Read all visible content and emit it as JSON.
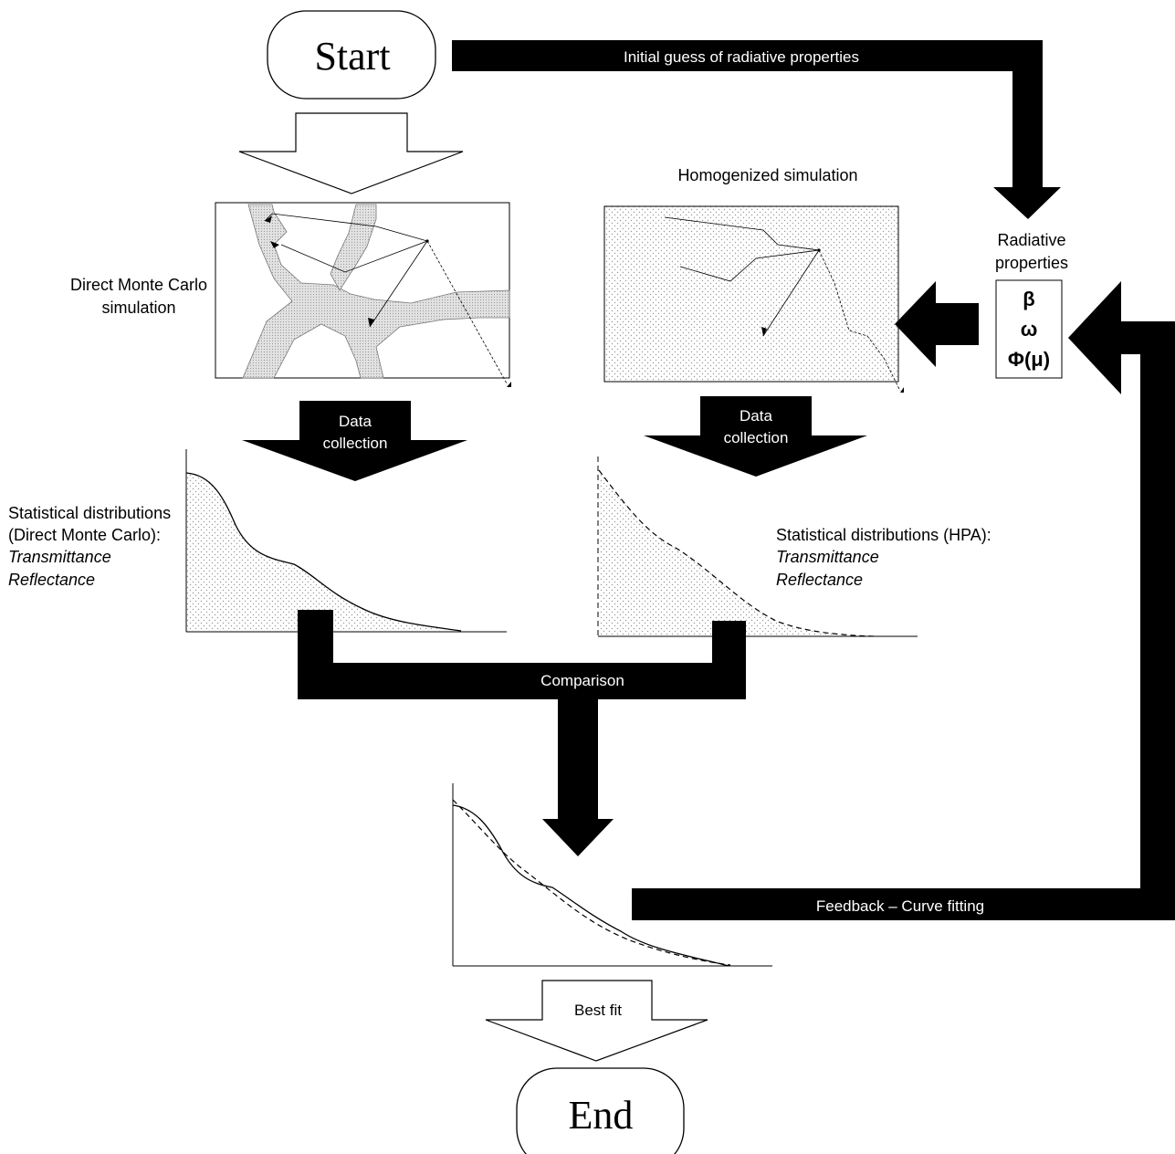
{
  "terminals": {
    "start": "Start",
    "end": "End"
  },
  "arrows": {
    "initial_guess": "Initial guess of radiative properties",
    "data_collection_left_1": "Data",
    "data_collection_left_2": "collection",
    "data_collection_right_1": "Data",
    "data_collection_right_2": "collection",
    "comparison": "Comparison",
    "feedback": "Feedback – Curve fitting",
    "best_fit": "Best fit"
  },
  "labels": {
    "direct_mc_1": "Direct Monte Carlo",
    "direct_mc_2": "simulation",
    "homogenized": "Homogenized simulation",
    "radiative_1": "Radiative",
    "radiative_2": "properties",
    "stat_dmc_1": "Statistical distributions",
    "stat_dmc_2": "(Direct Monte Carlo):",
    "stat_dmc_3": "Transmittance",
    "stat_dmc_4": "Reflectance",
    "stat_hpa_1": "Statistical distributions (HPA):",
    "stat_hpa_2": "Transmittance",
    "stat_hpa_3": "Reflectance"
  },
  "properties": {
    "beta": "β",
    "omega": "ω",
    "phi": "Φ(μ)"
  }
}
